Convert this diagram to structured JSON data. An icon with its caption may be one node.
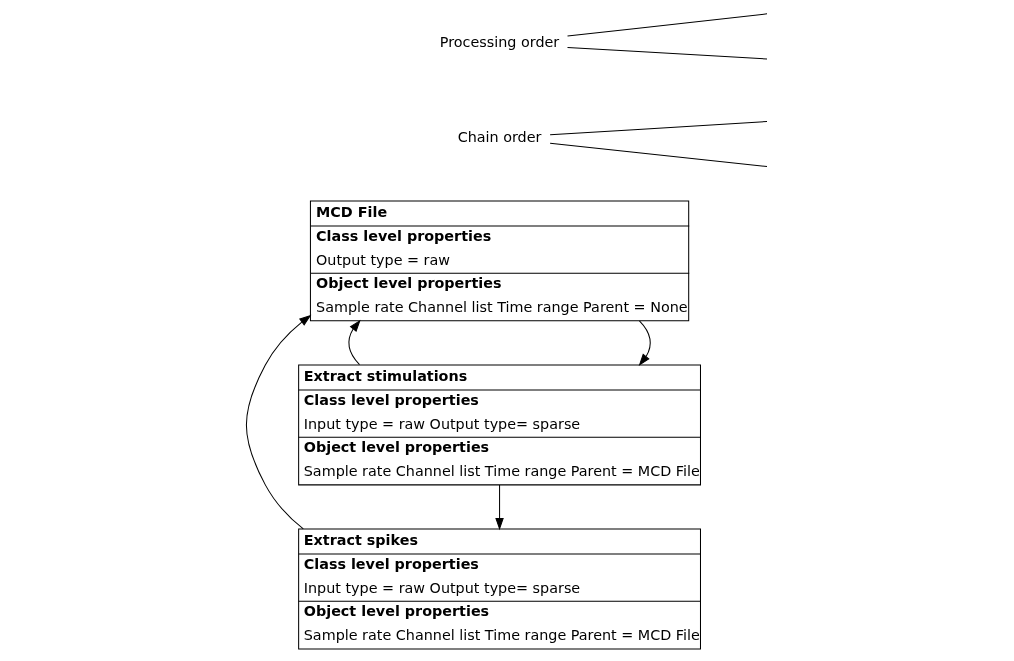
{
  "diagram": {
    "nodes": [
      {
        "text": [
          "MCD File",
          "Class level properties",
          "Output type = raw",
          "Object level properties",
          "Sample rate Channel list Time range Parent = None"
        ]
      },
      {
        "text": [
          "Extract stimulations",
          "Class level properties",
          "Input type = raw Output type= sparse",
          "Object level properties",
          "Sample rate Channel list Time range Parent = MCD File"
        ]
      },
      {
        "text": [
          "Extract spikes",
          "Class level properties",
          "Input type = raw Output type= sparse",
          "Object level properties",
          "Sample rate Channel list Time range Parent = MCD File"
        ]
      },
      {
        "text": [
          "Chain order"
        ]
      },
      {
        "text": [
          "Processing order"
        ]
      }
    ],
    "edges": [
      {
        "from": 0,
        "to": 1,
        "arrow": "to"
      },
      {
        "from": 1,
        "to": 2,
        "arrow": "to"
      },
      {
        "from": 1,
        "to": 0,
        "arrow": "to"
      },
      {
        "from": 2,
        "to": 0,
        "arrow": "to"
      },
      {
        "from": 3,
        "to": null,
        "arrow": "none"
      },
      {
        "from": 3,
        "to": null,
        "arrow": "none"
      },
      {
        "from": 4,
        "to": null,
        "arrow": "none"
      },
      {
        "from": 4,
        "to": null,
        "arrow": "none"
      }
    ]
  }
}
